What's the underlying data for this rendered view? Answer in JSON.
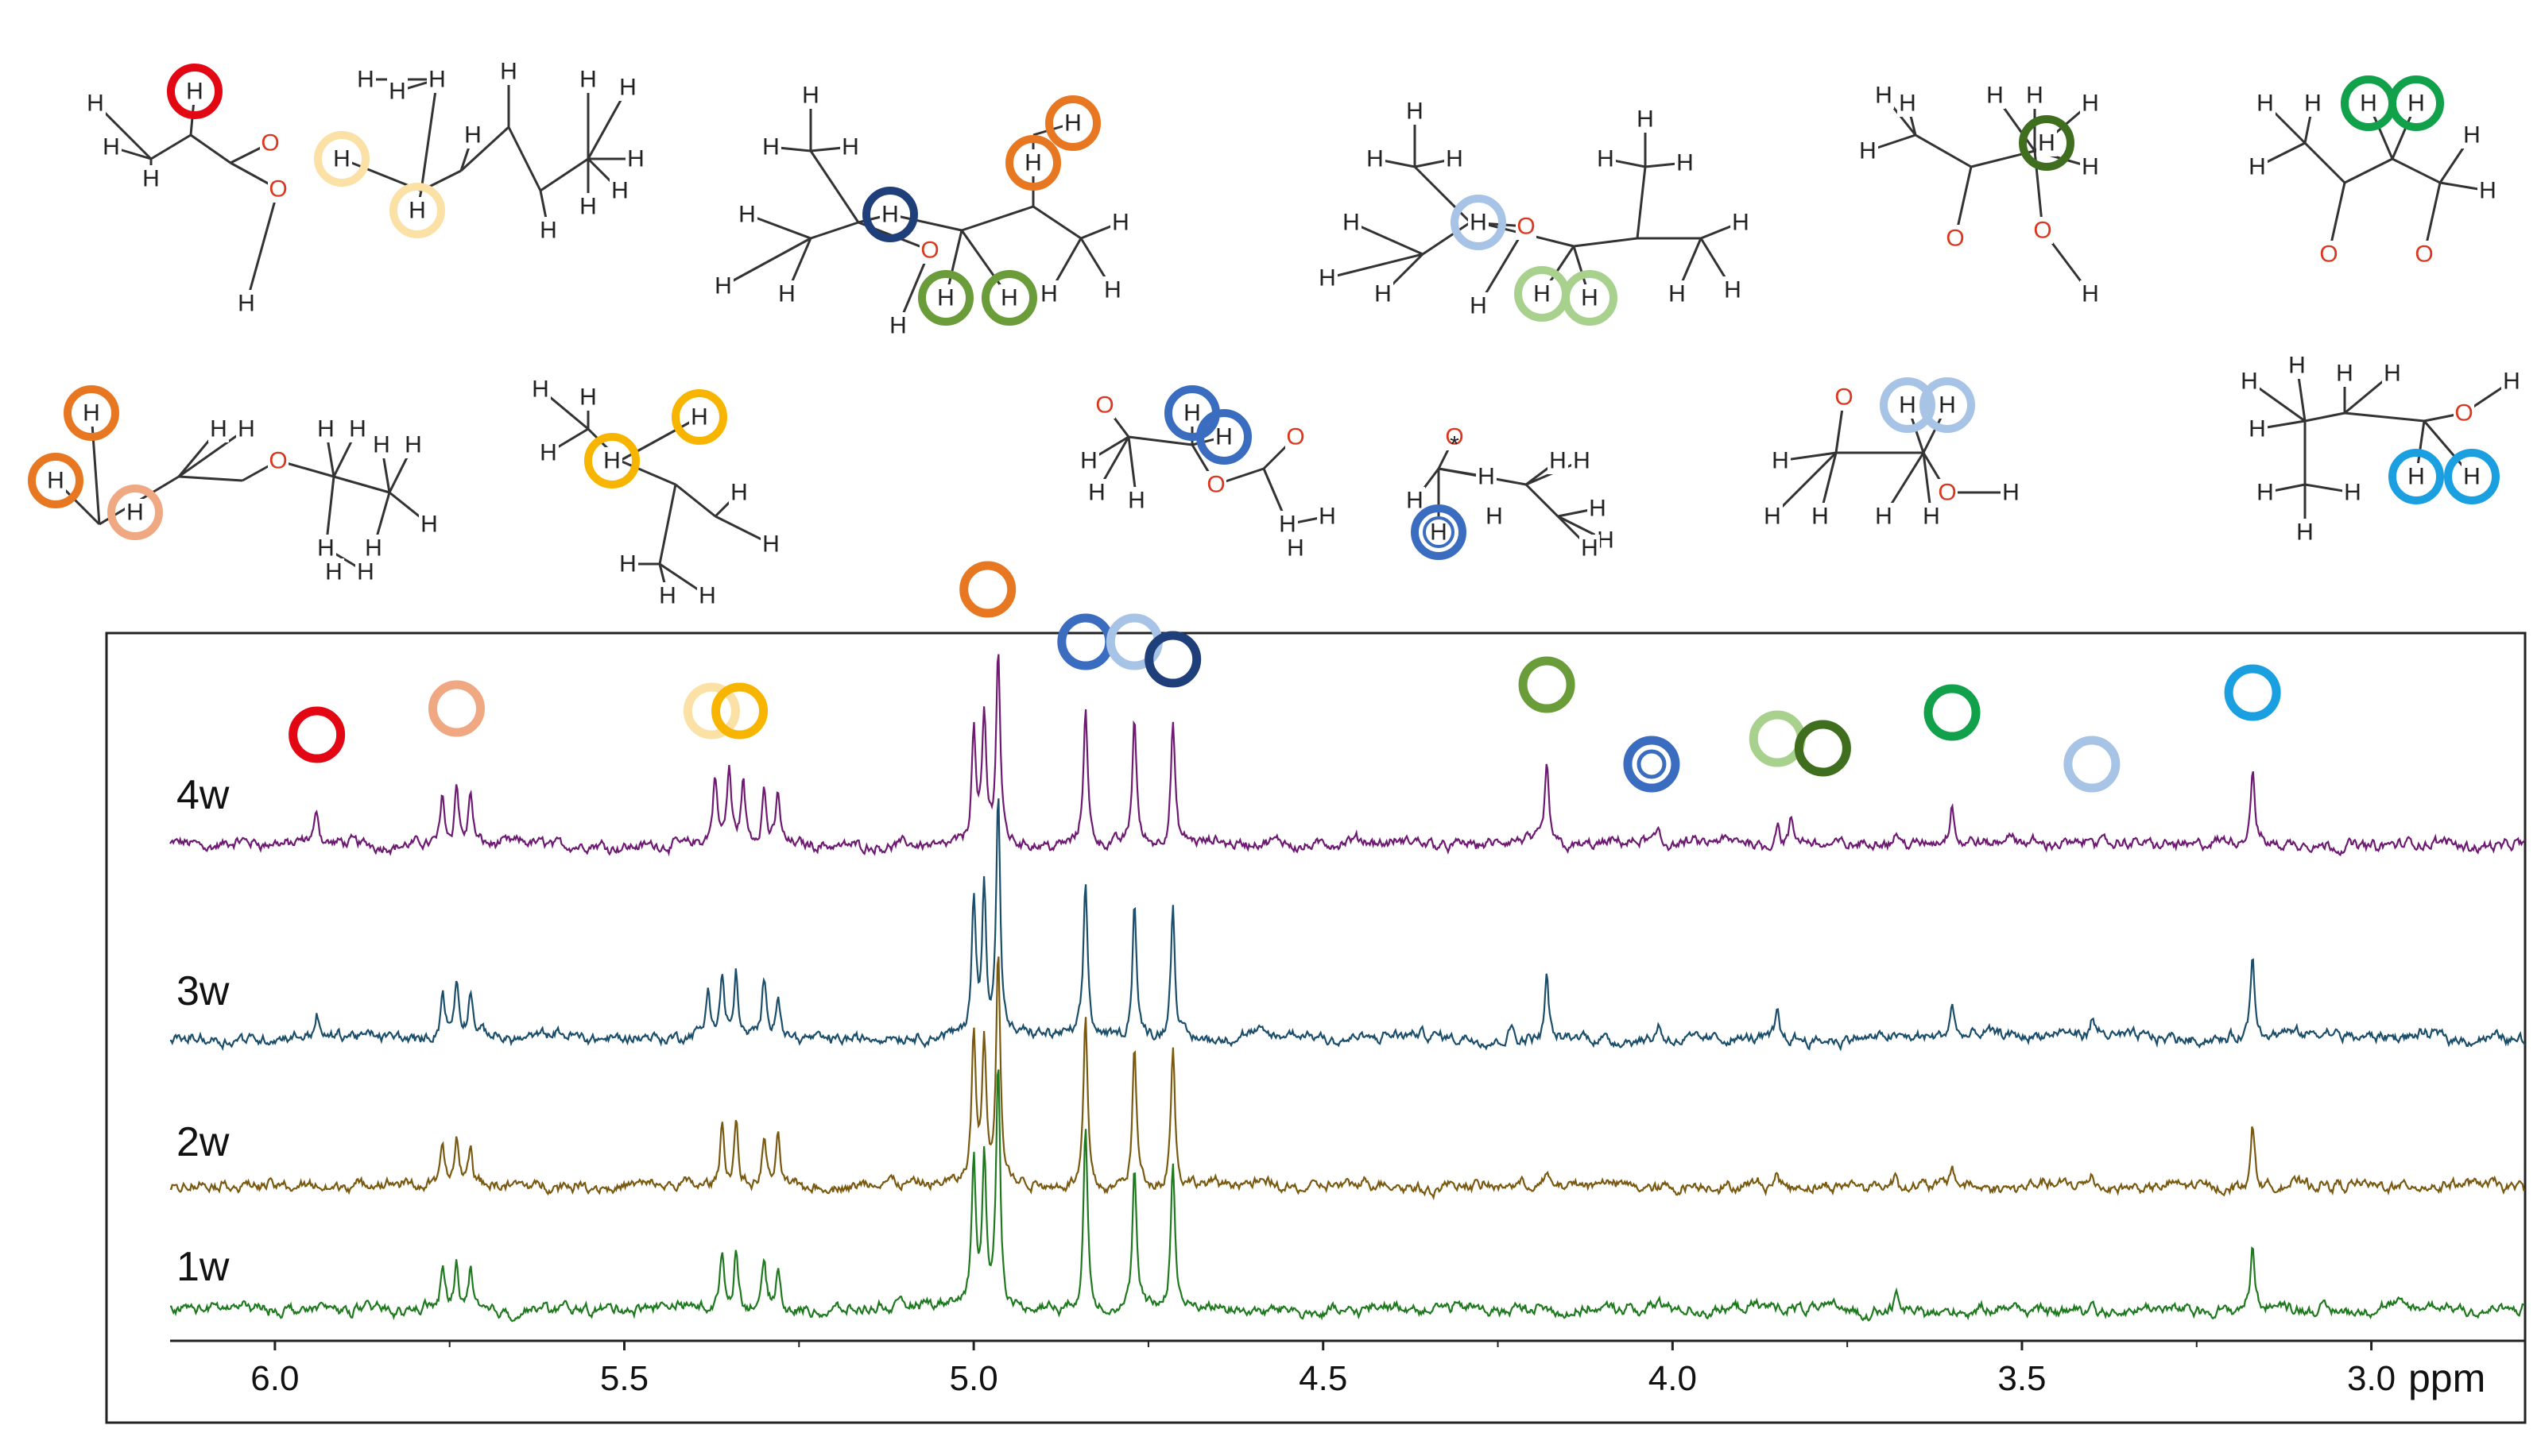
{
  "chart_data": {
    "type": "line",
    "xlabel": "ppm",
    "xlim": [
      6.15,
      2.78
    ],
    "x_ticks": [
      "6.0",
      "5.5",
      "5.0",
      "4.5",
      "4.0",
      "3.5",
      "3.0"
    ],
    "x_tick_values": [
      6.0,
      5.5,
      5.0,
      4.5,
      4.0,
      3.5,
      3.0
    ],
    "series": [
      {
        "name": "4w",
        "color": "#6e1a73",
        "peaks": [
          {
            "ppm": 5.94,
            "h": 0.12
          },
          {
            "ppm": 5.76,
            "h": 0.2
          },
          {
            "ppm": 5.74,
            "h": 0.26
          },
          {
            "ppm": 5.72,
            "h": 0.22
          },
          {
            "ppm": 5.37,
            "h": 0.28
          },
          {
            "ppm": 5.35,
            "h": 0.3
          },
          {
            "ppm": 5.33,
            "h": 0.25
          },
          {
            "ppm": 5.3,
            "h": 0.22
          },
          {
            "ppm": 5.28,
            "h": 0.2
          },
          {
            "ppm": 5.0,
            "h": 0.46
          },
          {
            "ppm": 4.985,
            "h": 0.5
          },
          {
            "ppm": 4.965,
            "h": 0.78
          },
          {
            "ppm": 4.84,
            "h": 0.56
          },
          {
            "ppm": 4.77,
            "h": 0.52
          },
          {
            "ppm": 4.715,
            "h": 0.5
          },
          {
            "ppm": 4.18,
            "h": 0.3
          },
          {
            "ppm": 4.02,
            "h": 0.06
          },
          {
            "ppm": 3.85,
            "h": 0.1
          },
          {
            "ppm": 3.83,
            "h": 0.09
          },
          {
            "ppm": 3.68,
            "h": 0.06
          },
          {
            "ppm": 3.6,
            "h": 0.18
          },
          {
            "ppm": 3.52,
            "h": 0.05
          },
          {
            "ppm": 3.4,
            "h": 0.05
          },
          {
            "ppm": 3.17,
            "h": 0.3
          }
        ]
      },
      {
        "name": "3w",
        "color": "#1b4e6b",
        "peaks": [
          {
            "ppm": 5.94,
            "h": 0.1
          },
          {
            "ppm": 5.76,
            "h": 0.18
          },
          {
            "ppm": 5.74,
            "h": 0.22
          },
          {
            "ppm": 5.72,
            "h": 0.18
          },
          {
            "ppm": 5.38,
            "h": 0.2
          },
          {
            "ppm": 5.36,
            "h": 0.24
          },
          {
            "ppm": 5.34,
            "h": 0.26
          },
          {
            "ppm": 5.3,
            "h": 0.22
          },
          {
            "ppm": 5.28,
            "h": 0.18
          },
          {
            "ppm": 5.0,
            "h": 0.55
          },
          {
            "ppm": 4.985,
            "h": 0.6
          },
          {
            "ppm": 4.965,
            "h": 0.98
          },
          {
            "ppm": 4.84,
            "h": 0.62
          },
          {
            "ppm": 4.77,
            "h": 0.55
          },
          {
            "ppm": 4.715,
            "h": 0.55
          },
          {
            "ppm": 4.23,
            "h": 0.06
          },
          {
            "ppm": 4.18,
            "h": 0.26
          },
          {
            "ppm": 4.02,
            "h": 0.07
          },
          {
            "ppm": 3.85,
            "h": 0.1
          },
          {
            "ppm": 3.6,
            "h": 0.14
          },
          {
            "ppm": 3.4,
            "h": 0.06
          },
          {
            "ppm": 3.17,
            "h": 0.32
          }
        ]
      },
      {
        "name": "2w",
        "color": "#7a5a10",
        "peaks": [
          {
            "ppm": 5.76,
            "h": 0.16
          },
          {
            "ppm": 5.74,
            "h": 0.18
          },
          {
            "ppm": 5.72,
            "h": 0.16
          },
          {
            "ppm": 5.36,
            "h": 0.24
          },
          {
            "ppm": 5.34,
            "h": 0.26
          },
          {
            "ppm": 5.3,
            "h": 0.2
          },
          {
            "ppm": 5.28,
            "h": 0.18
          },
          {
            "ppm": 5.0,
            "h": 0.6
          },
          {
            "ppm": 4.985,
            "h": 0.58
          },
          {
            "ppm": 4.965,
            "h": 0.96
          },
          {
            "ppm": 4.84,
            "h": 0.7
          },
          {
            "ppm": 4.77,
            "h": 0.56
          },
          {
            "ppm": 4.715,
            "h": 0.56
          },
          {
            "ppm": 4.18,
            "h": 0.04
          },
          {
            "ppm": 4.1,
            "h": 0.04
          },
          {
            "ppm": 3.85,
            "h": 0.04
          },
          {
            "ppm": 3.68,
            "h": 0.06
          },
          {
            "ppm": 3.6,
            "h": 0.07
          },
          {
            "ppm": 3.4,
            "h": 0.06
          },
          {
            "ppm": 3.17,
            "h": 0.26
          }
        ]
      },
      {
        "name": "1w",
        "color": "#1f7a1f",
        "peaks": [
          {
            "ppm": 5.76,
            "h": 0.16
          },
          {
            "ppm": 5.74,
            "h": 0.18
          },
          {
            "ppm": 5.72,
            "h": 0.16
          },
          {
            "ppm": 5.36,
            "h": 0.22
          },
          {
            "ppm": 5.34,
            "h": 0.24
          },
          {
            "ppm": 5.3,
            "h": 0.18
          },
          {
            "ppm": 5.28,
            "h": 0.16
          },
          {
            "ppm": 5.0,
            "h": 0.58
          },
          {
            "ppm": 4.985,
            "h": 0.6
          },
          {
            "ppm": 4.965,
            "h": 1.0
          },
          {
            "ppm": 4.84,
            "h": 0.72
          },
          {
            "ppm": 4.77,
            "h": 0.58
          },
          {
            "ppm": 4.715,
            "h": 0.58
          },
          {
            "ppm": 4.02,
            "h": 0.04
          },
          {
            "ppm": 3.68,
            "h": 0.06
          },
          {
            "ppm": 3.4,
            "h": 0.06
          },
          {
            "ppm": 3.17,
            "h": 0.24
          }
        ]
      }
    ],
    "annotations": [
      {
        "ppm": 5.94,
        "color": "#e30613",
        "style": "circle"
      },
      {
        "ppm": 5.74,
        "color": "#f0a882",
        "style": "circle"
      },
      {
        "ppm": 5.375,
        "color": "#fbe1a6",
        "style": "circle"
      },
      {
        "ppm": 5.335,
        "color": "#f7b500",
        "style": "circle"
      },
      {
        "ppm": 4.98,
        "color": "#e87722",
        "style": "circle"
      },
      {
        "ppm": 4.84,
        "color": "#3a6cc0",
        "style": "circle"
      },
      {
        "ppm": 4.77,
        "color": "#a7c3e6",
        "style": "circle"
      },
      {
        "ppm": 4.715,
        "color": "#1f3f7a",
        "style": "circle"
      },
      {
        "ppm": 4.18,
        "color": "#6a9c3a",
        "style": "circle"
      },
      {
        "ppm": 4.03,
        "color": "#3a6cc0",
        "style": "double-circle",
        "label": "*"
      },
      {
        "ppm": 3.85,
        "color": "#a9d18e",
        "style": "circle"
      },
      {
        "ppm": 3.785,
        "color": "#3f6f1e",
        "style": "circle"
      },
      {
        "ppm": 3.6,
        "color": "#12a14b",
        "style": "circle"
      },
      {
        "ppm": 3.4,
        "color": "#a7c3e6",
        "style": "circle"
      },
      {
        "ppm": 3.17,
        "color": "#1aa0e0",
        "style": "circle"
      }
    ]
  },
  "molecules": {
    "atom_labels": {
      "hydrogen": "H",
      "oxygen": "O"
    },
    "asterisk": "*"
  }
}
